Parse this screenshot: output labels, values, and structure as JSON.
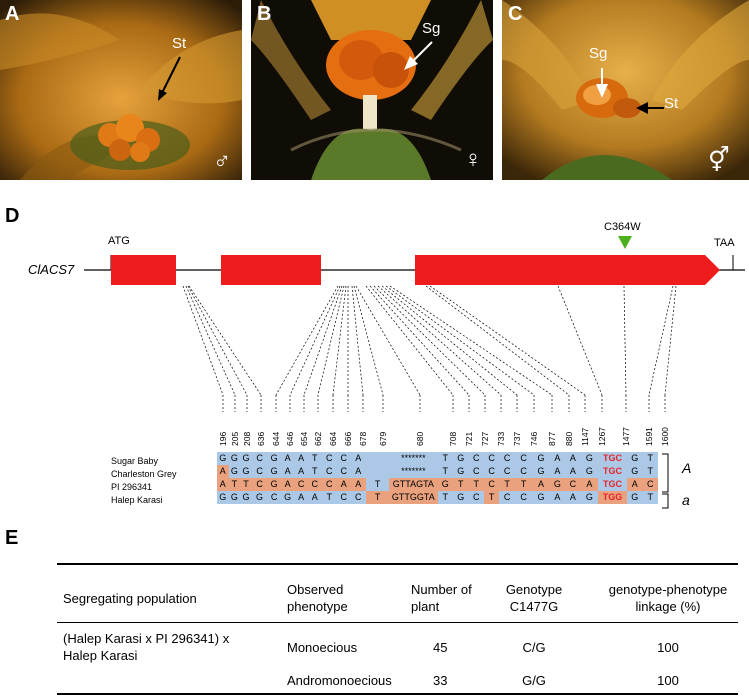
{
  "panels": {
    "A": {
      "label": "A",
      "annotation": "St",
      "symbol": "♂"
    },
    "B": {
      "label": "B",
      "annotation": "Sg",
      "symbol": "♀"
    },
    "C": {
      "label": "C",
      "annotation_sg": "Sg",
      "annotation_st": "St",
      "symbol": "⚥"
    }
  },
  "panel_d": {
    "label": "D",
    "gene": "ClACS7",
    "start": "ATG",
    "stop": "TAA",
    "mutation": "C364W",
    "positions": [
      "196",
      "205",
      "208",
      "636",
      "644",
      "646",
      "654",
      "662",
      "664",
      "666",
      "678",
      "679",
      "680",
      "708",
      "721",
      "727",
      "733",
      "737",
      "746",
      "877",
      "880",
      "1147",
      "1267",
      "1477",
      "1591",
      "1600"
    ],
    "varieties": [
      "Sugar Baby",
      "Charleston Grey",
      "PI 296341",
      "Halep Karasi"
    ],
    "rows": [
      [
        "G",
        "G",
        "G",
        "C",
        "G",
        "A",
        "A",
        "T",
        "C",
        "C",
        "A",
        "",
        "*******",
        "T",
        "G",
        "C",
        "C",
        "C",
        "C",
        "G",
        "A",
        "A",
        "G",
        "TGC",
        "G",
        "T"
      ],
      [
        "A",
        "G",
        "G",
        "C",
        "G",
        "A",
        "A",
        "T",
        "C",
        "C",
        "A",
        "",
        "*******",
        "T",
        "G",
        "C",
        "C",
        "C",
        "C",
        "G",
        "A",
        "A",
        "G",
        "TGC",
        "G",
        "T"
      ],
      [
        "A",
        "T",
        "T",
        "C",
        "G",
        "A",
        "C",
        "C",
        "C",
        "A",
        "A",
        "T",
        "GTTAGTA",
        "G",
        "T",
        "T",
        "C",
        "T",
        "T",
        "A",
        "G",
        "C",
        "A",
        "TGC",
        "A",
        "C"
      ],
      [
        "G",
        "G",
        "G",
        "G",
        "C",
        "G",
        "A",
        "A",
        "T",
        "C",
        "C",
        "T",
        "GTTGGTA",
        "T",
        "G",
        "C",
        "T",
        "C",
        "C",
        "G",
        "A",
        "A",
        "G",
        "TGG",
        "G",
        "T"
      ]
    ],
    "allele_A": "A",
    "allele_a": "a"
  },
  "panel_e": {
    "label": "E",
    "headers": [
      "Segregating population",
      "Observed phenotype",
      "Number of plant",
      "Genotype C1477G",
      "genotype-phenotype linkage (%)"
    ],
    "population": "(Halep Karasi x PI 296341) x Halep Karasi",
    "rows": [
      {
        "phenotype": "Monoecious",
        "number": "45",
        "genotype": "C/G",
        "linkage": "100"
      },
      {
        "phenotype": "Andromonoecious",
        "number": "33",
        "genotype": "G/G",
        "linkage": "100"
      }
    ]
  },
  "colors": {
    "exon": "#ee1c1c",
    "blue": "#abc9e6",
    "orange": "#e9a17e",
    "red_text": "#e8232b",
    "arrow_green": "#4caf1e"
  }
}
